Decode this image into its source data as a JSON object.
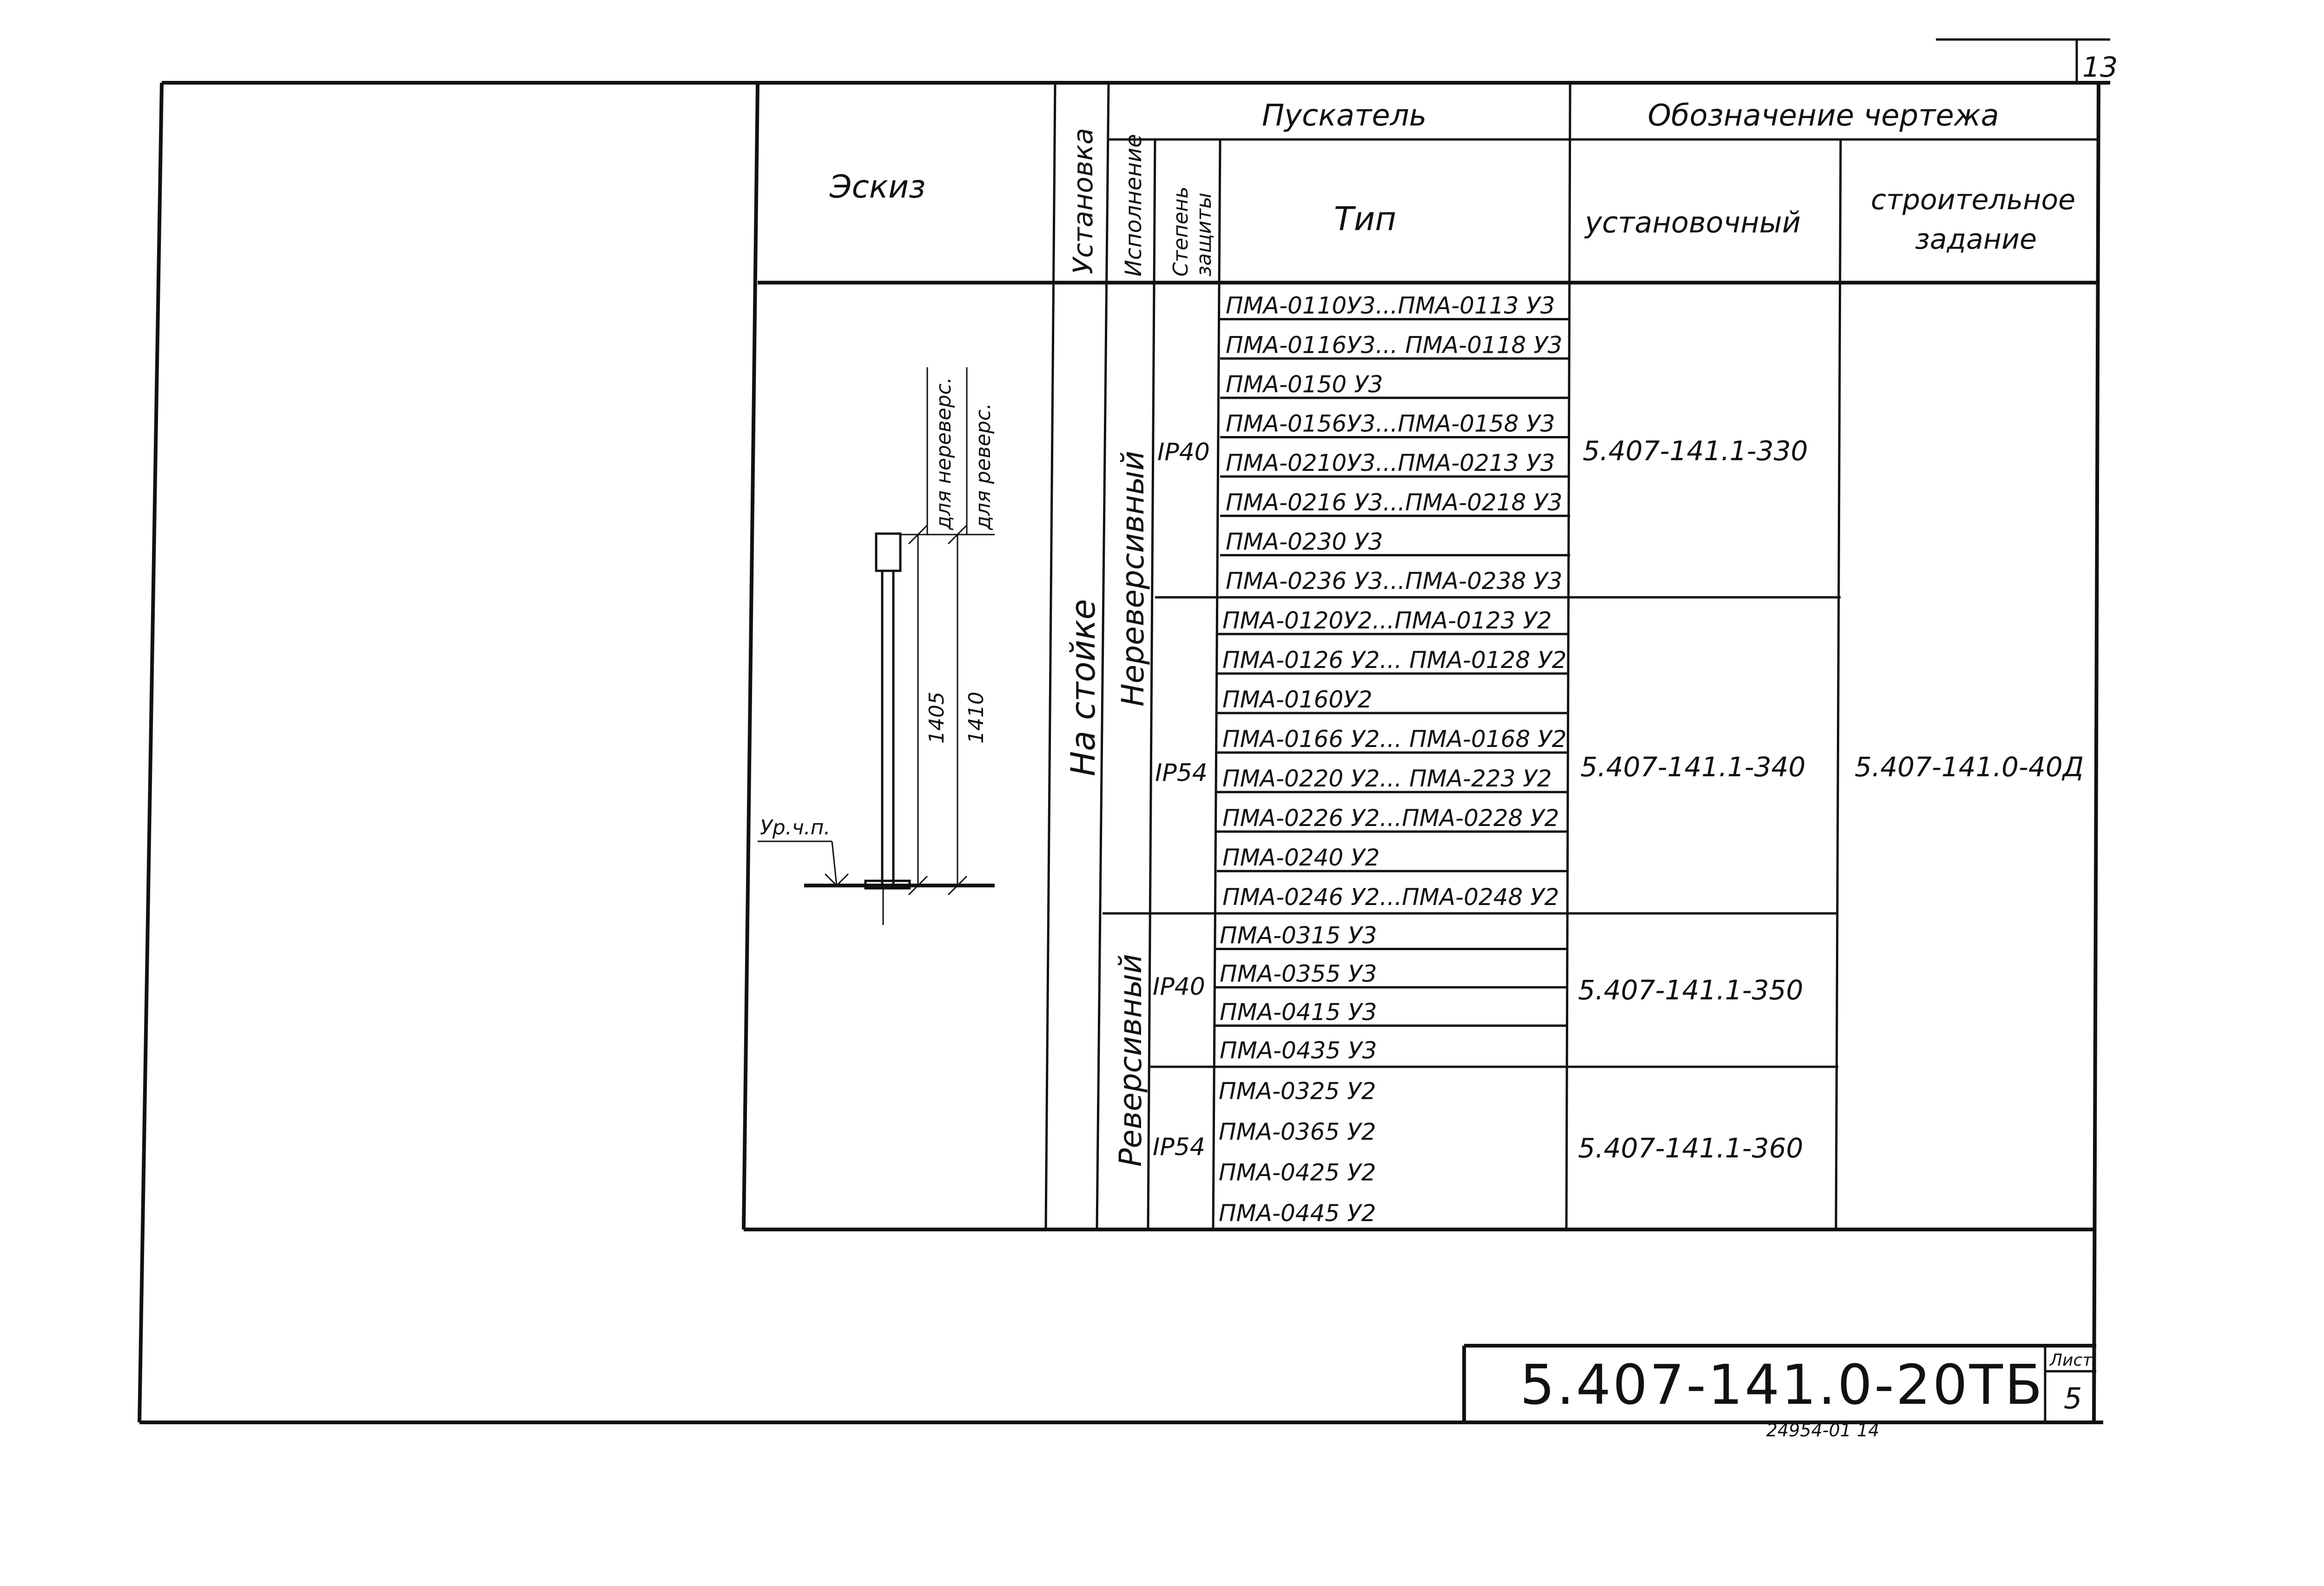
{
  "page_number_corner": "13",
  "header": {
    "sketch": "Эскиз",
    "installation": "Установка",
    "starter_group": "Пускатель",
    "execution": "Исполнение",
    "protection_line1": "Степень",
    "protection_line2": "защиты",
    "type": "Тип",
    "drawing_group": "Обозначение чертежа",
    "installation_drawing": "установочный",
    "construction_line1": "строительное",
    "construction_line2": "задание"
  },
  "installation_value": "На стойке",
  "executions": [
    "Нереверсивный",
    "Реверсивный"
  ],
  "groups": [
    {
      "protection": "IP40",
      "drawing": "5.407-141.1-330",
      "types": [
        "ПМА-0110У3...ПМА-0113 У3",
        "ПМА-0116У3... ПМА-0118 У3",
        "ПМА-0150 У3",
        "ПМА-0156У3...ПМА-0158 У3",
        "ПМА-0210У3...ПМА-0213 У3",
        "ПМА-0216 У3...ПМА-0218 У3",
        "ПМА-0230 У3",
        "ПМА-0236 У3...ПМА-0238 У3"
      ]
    },
    {
      "protection": "IP54",
      "drawing": "5.407-141.1-340",
      "types": [
        "ПМА-0120У2...ПМА-0123 У2",
        "ПМА-0126 У2... ПМА-0128 У2",
        "ПМА-0160У2",
        "ПМА-0166 У2... ПМА-0168 У2",
        "ПМА-0220 У2... ПМА-223 У2",
        "ПМА-0226 У2...ПМА-0228 У2",
        "ПМА-0240 У2",
        "ПМА-0246 У2...ПМА-0248 У2"
      ]
    },
    {
      "protection": "IP40",
      "drawing": "5.407-141.1-350",
      "types": [
        "ПМА-0315 У3",
        "ПМА-0355 У3",
        "ПМА-0415 У3",
        "ПМА-0435 У3"
      ]
    },
    {
      "protection": "IP54",
      "drawing": "5.407-141.1-360",
      "types": [
        "ПМА-0325 У2",
        "ПМА-0365 У2",
        "ПМА-0425 У2",
        "ПМА-0445 У2"
      ]
    }
  ],
  "construction_task": "5.407-141.0-40Д",
  "sketch_labels": {
    "nonreversible": "для нереверс.",
    "reversible": "для реверс.",
    "dim1": "1405",
    "dim2": "1410",
    "floor": "Ур.ч.п."
  },
  "title_block": {
    "code": "5.407-141.0-20ТБ",
    "sheet_label": "Лист",
    "sheet": "5"
  },
  "footer_code": "24954-01   14"
}
